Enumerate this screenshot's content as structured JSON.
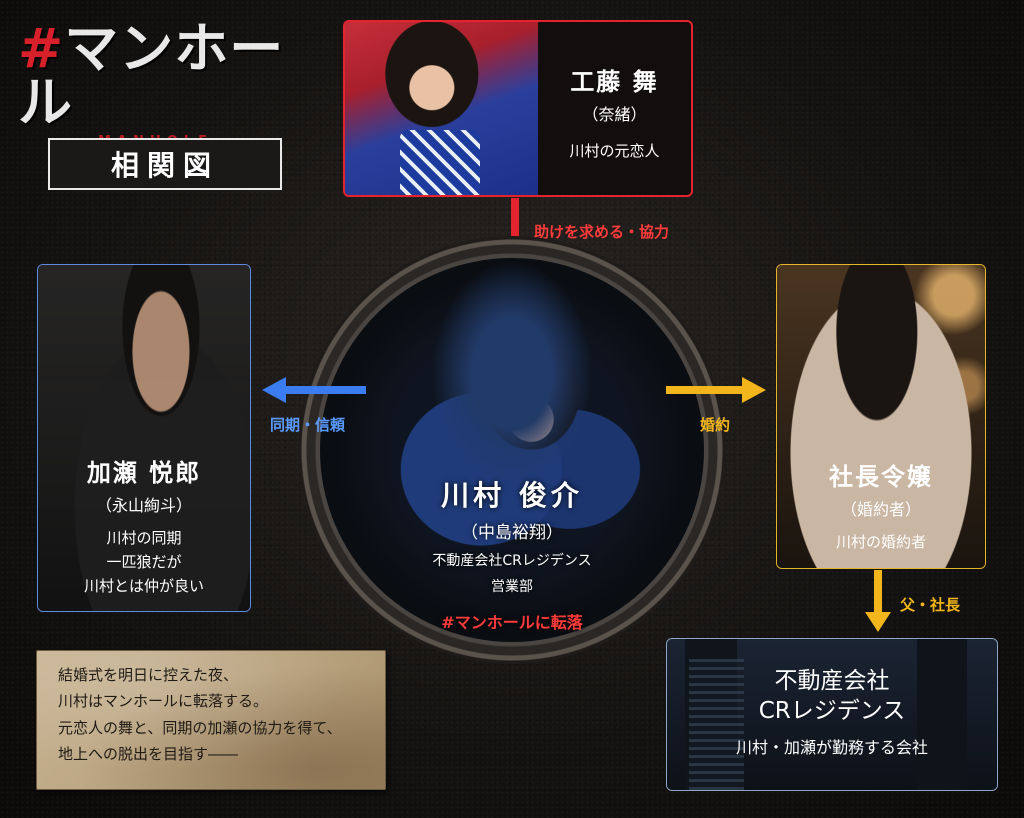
{
  "logo": {
    "hash": "#",
    "title": "マンホール",
    "subtitle": "MANHOLE"
  },
  "chart_title": "相関図",
  "characters": {
    "mai": {
      "name": "工藤 舞",
      "actor": "（奈緒）",
      "desc": "川村の元恋人"
    },
    "kase": {
      "name": "加瀬 悦郎",
      "actor": "（永山絢斗）",
      "desc_lines": [
        "川村の同期",
        "一匹狼だが",
        "川村とは仲が良い"
      ]
    },
    "kawamura": {
      "name": "川村 俊介",
      "actor": "（中島裕翔）",
      "desc_lines": [
        "不動産会社CRレジデンス",
        "営業部"
      ],
      "status": "#マンホールに転落"
    },
    "reijo": {
      "name": "社長令嬢",
      "actor": "（婚約者）",
      "desc": "川村の婚約者"
    },
    "company": {
      "name_lines": [
        "不動産会社",
        "CRレジデンス"
      ],
      "desc": "川村・加瀬が勤務する会社"
    }
  },
  "relations": {
    "mai_to_kawamura": "助けを求める・協力",
    "kawamura_kase": "同期・信頼",
    "kawamura_reijo": "婚約",
    "reijo_company": "父・社長"
  },
  "synopsis": [
    "結婚式を明日に控えた夜、",
    "川村はマンホールに転落する。",
    "元恋人の舞と、同期の加瀬の協力を得て、",
    "地上への脱出を目指す――"
  ],
  "colors": {
    "red": "#e4232f",
    "blue": "#3b7df0",
    "gold": "#f2b51b"
  }
}
